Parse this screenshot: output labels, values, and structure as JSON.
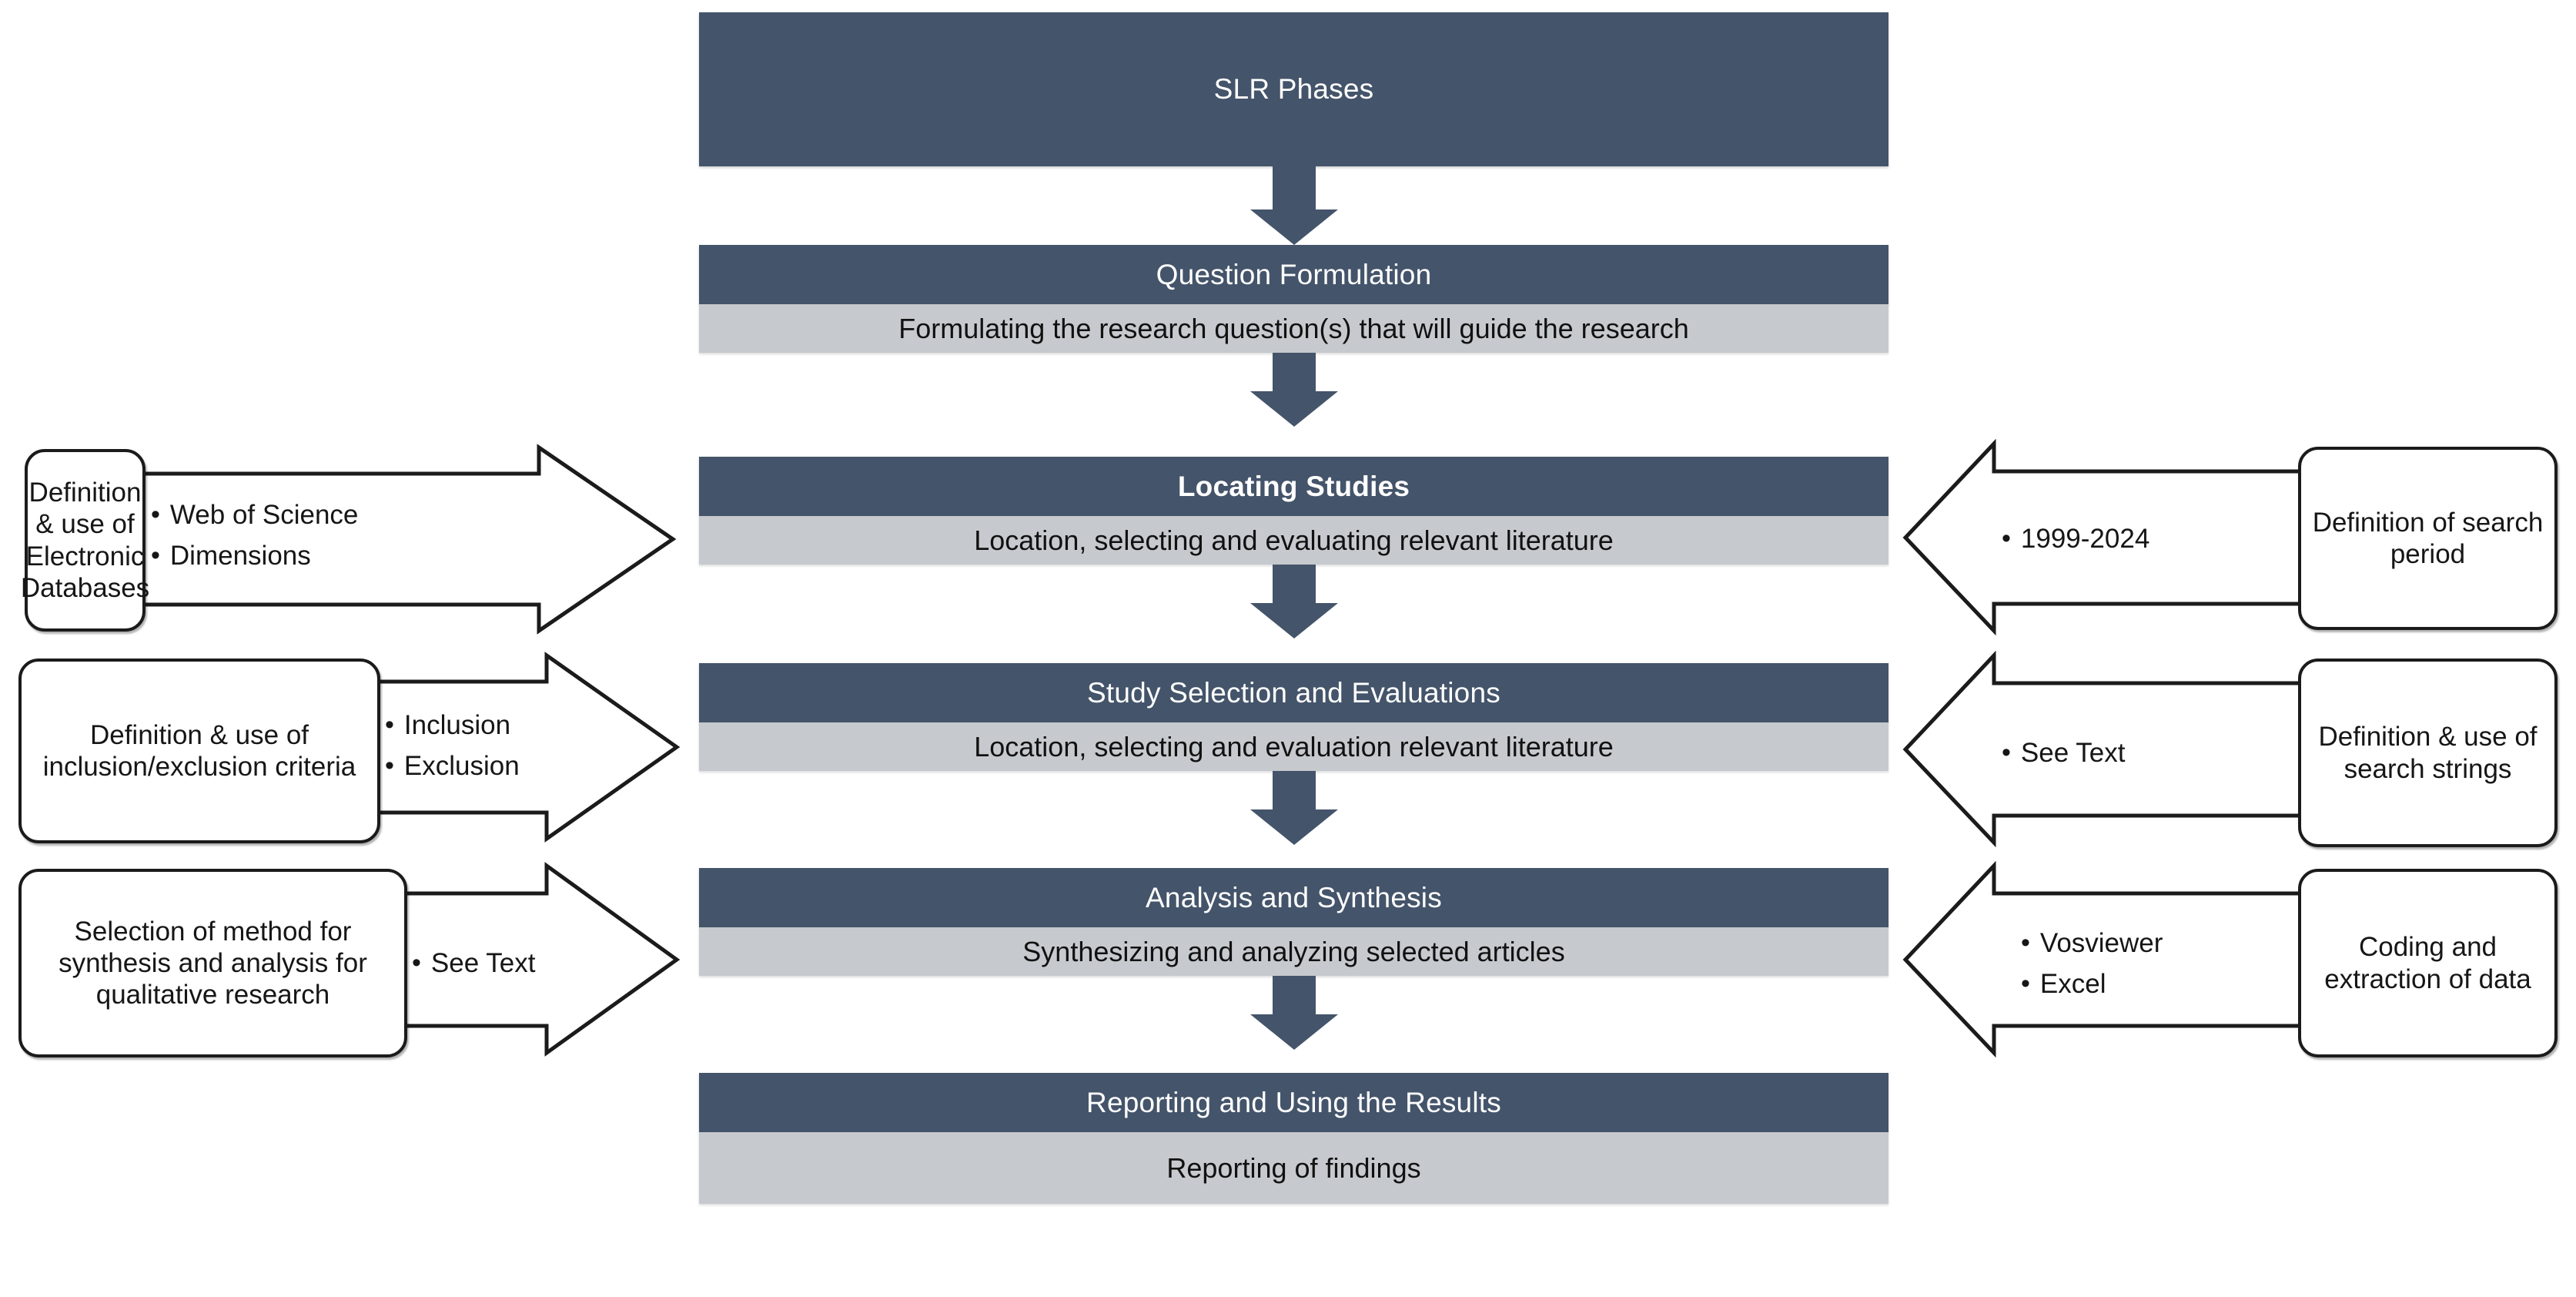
{
  "diagram": {
    "title": "SLR Phases",
    "title_box": {
      "label": "SLR Phases"
    },
    "stages": [
      {
        "id": "question-formulation",
        "title": "Question Formulation",
        "desc": "Formulating the research question(s) that will guide the research",
        "bold": false
      },
      {
        "id": "locating-studies",
        "title": "Locating Studies",
        "desc": "Location, selecting and evaluating relevant literature",
        "bold": true
      },
      {
        "id": "study-selection-and-evaluations",
        "title": "Study Selection and Evaluations",
        "desc": "Location, selecting and evaluation relevant literature",
        "bold": false
      },
      {
        "id": "analysis-and-synthesis",
        "title": "Analysis and Synthesis",
        "desc": "Synthesizing and analyzing selected articles",
        "bold": false
      },
      {
        "id": "reporting-and-using-the-results",
        "title": "Reporting and Using the Results",
        "desc": "Reporting of findings",
        "bold": false
      }
    ],
    "left_callouts": [
      {
        "id": "electronic-databases",
        "box_label": "Definition & use of Electronic Databases",
        "bullets": [
          "Web of Science",
          "Dimensions"
        ]
      },
      {
        "id": "inclusion-exclusion-criteria",
        "box_label": "Definition & use of inclusion/exclusion criteria",
        "bullets": [
          "Inclusion",
          "Exclusion"
        ]
      },
      {
        "id": "synthesis-method-selection",
        "box_label": "Selection of method for synthesis and analysis for qualitative research",
        "bullets": [
          "See Text"
        ]
      }
    ],
    "right_callouts": [
      {
        "id": "search-period",
        "box_label": "Definition of search period",
        "bullets": [
          "1999-2024"
        ]
      },
      {
        "id": "search-strings",
        "box_label": "Definition & use of search strings",
        "bullets": [
          "See Text"
        ]
      },
      {
        "id": "coding-extraction",
        "box_label": "Coding and extraction of data",
        "bullets": [
          "Vosviewer",
          "Excel"
        ]
      }
    ],
    "colors": {
      "header_fill": "#44546A",
      "body_fill": "#C6CACE",
      "header_text": "#FFFFFF",
      "body_text": "#111111",
      "outline": "#1B1B1B",
      "background": "#FFFFFF"
    }
  }
}
